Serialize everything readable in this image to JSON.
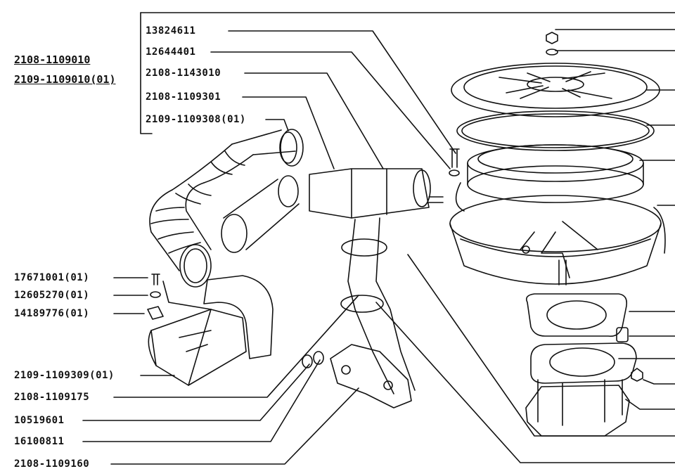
{
  "group_labels": [
    "2108-1109010",
    "2109-1109010(01)"
  ],
  "top_labels": [
    "13824611",
    "12644401",
    "2108-1143010",
    "2108-1109301",
    "2109-1109308(01)"
  ],
  "left_small_labels": [
    "17671001(01)",
    "12605270(01)",
    "14189776(01)"
  ],
  "bottom_labels": [
    "2109-1109309(01)",
    "2108-1109175",
    "10519601",
    "16100811",
    "2108-1109160"
  ]
}
